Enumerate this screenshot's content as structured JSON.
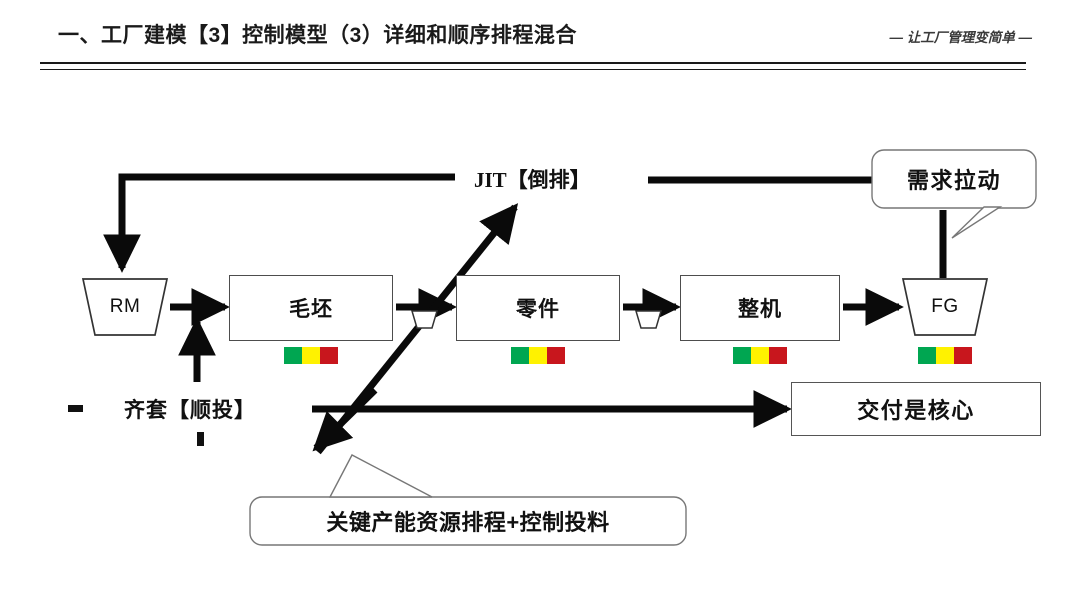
{
  "header": {
    "title": "一、工厂建模【3】控制模型（3）详细和顺序排程混合",
    "tagline": "— 让工厂管理变简单 —"
  },
  "diagram": {
    "stores": [
      {
        "id": "rm",
        "label": "RM",
        "name": "raw-material-store"
      },
      {
        "id": "fg",
        "label": "FG",
        "name": "finished-goods-store"
      }
    ],
    "process_boxes": [
      {
        "id": "maopi",
        "label": "毛坯"
      },
      {
        "id": "lingjian",
        "label": "零件"
      },
      {
        "id": "zhengji",
        "label": "整机"
      }
    ],
    "stoplight_colors": {
      "green": "#00a651",
      "yellow": "#fff200",
      "red": "#c8161d"
    },
    "labels": {
      "jit": "JIT【倒排】",
      "qitao": "齐套【顺投】"
    },
    "callouts": {
      "demand_pull": "需求拉动",
      "key_capacity": "关键产能资源排程+控制投料",
      "delivery_core": "交付是核心"
    }
  }
}
